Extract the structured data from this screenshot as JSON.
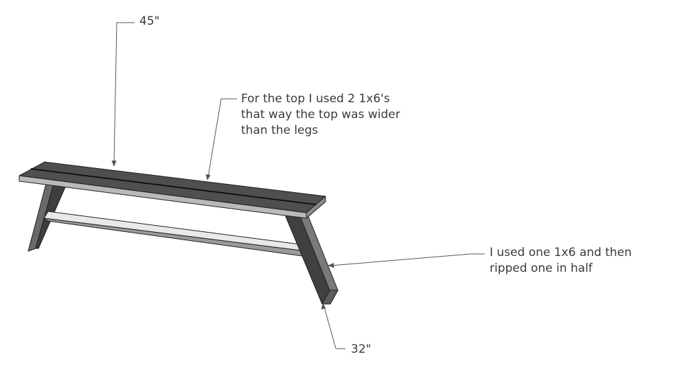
{
  "diagram": {
    "dimension_top_length": "45\"",
    "dimension_leg_length": "32\"",
    "note_top": {
      "lines": [
        "For the top I used 2 1x6's",
        "that way the top was wider",
        "than the legs"
      ]
    },
    "note_legs": {
      "lines": [
        "I used one 1x6 and then",
        "ripped one in half"
      ]
    }
  }
}
